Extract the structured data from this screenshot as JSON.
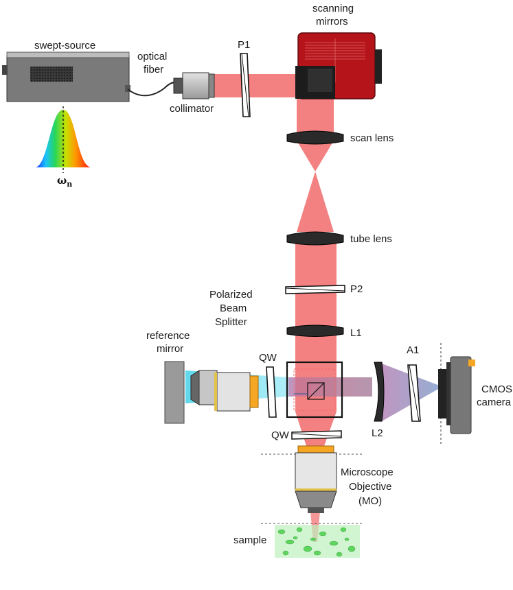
{
  "labels": {
    "swept_source": "swept-source",
    "optical_fiber_1": "optical",
    "optical_fiber_2": "fiber",
    "collimator": "collimator",
    "p1": "P1",
    "scanning_mirrors_1": "scanning",
    "scanning_mirrors_2": "mirrors",
    "scan_lens": "scan lens",
    "tube_lens": "tube lens",
    "p2": "P2",
    "pbs_1": "Polarized",
    "pbs_2": "Beam",
    "pbs_3": "Splitter",
    "l1": "L1",
    "reference_1": "reference",
    "reference_2": "mirror",
    "qw_top": "QW",
    "qw_bottom": "QW",
    "a1": "A1",
    "cmos_1": "CMOS",
    "cmos_2": "camera",
    "l2": "L2",
    "mo_1": "Microscope",
    "mo_2": "Objective",
    "mo_3": "(MO)",
    "sample": "sample",
    "omega": "ω",
    "omega_sub": "n"
  },
  "colors": {
    "beam_red": "#f26b6b",
    "beam_blue": "#4fd3ea",
    "device_red": "#b5141b",
    "gray_body": "#707070",
    "lens_dark": "#2a2a2a",
    "orange": "#f5a623",
    "sample_green": "#5cd65c"
  },
  "icons": [
    "spectrum-icon",
    "scanner-icon",
    "collimator-icon",
    "objective-icon",
    "camera-icon",
    "mirror-icon"
  ]
}
